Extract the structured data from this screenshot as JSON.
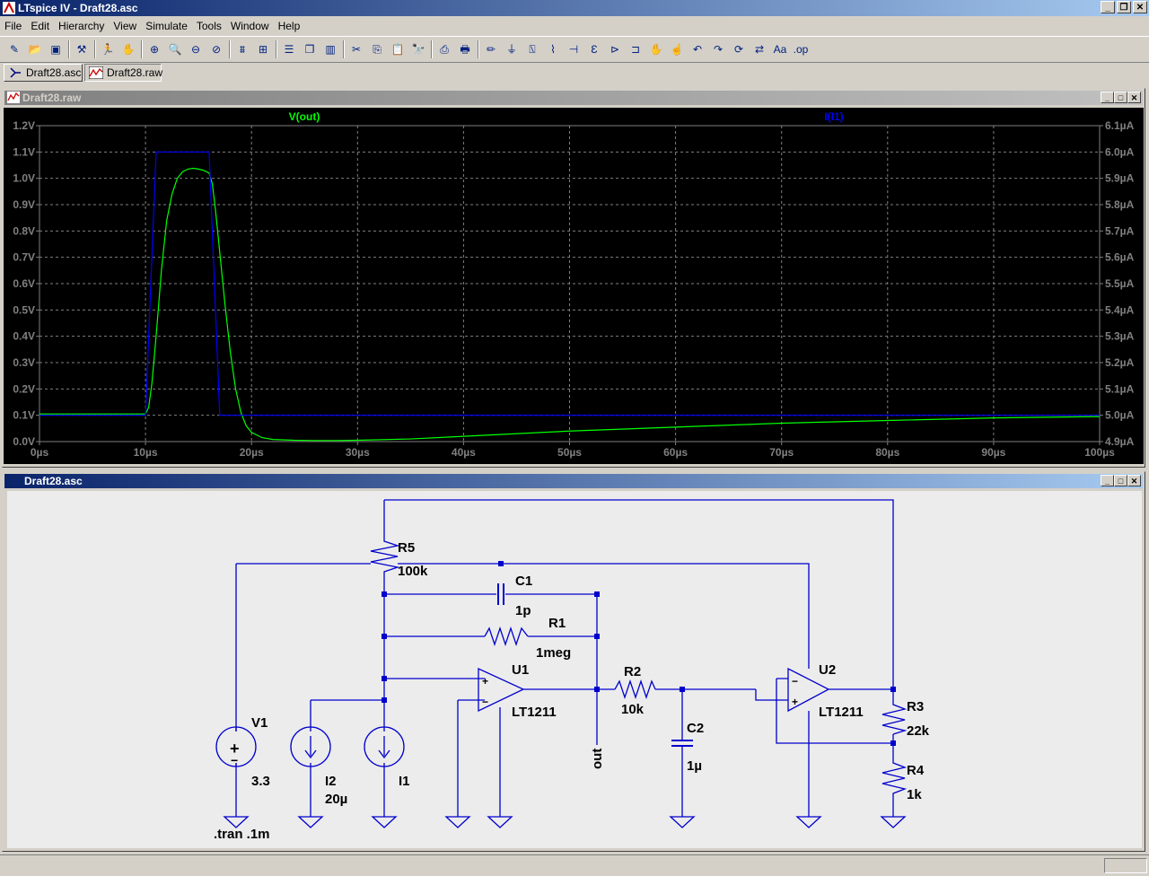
{
  "window": {
    "title": "LTspice IV - Draft28.asc"
  },
  "menu": [
    {
      "label": "File"
    },
    {
      "label": "Edit"
    },
    {
      "label": "Hierarchy"
    },
    {
      "label": "View"
    },
    {
      "label": "Simulate"
    },
    {
      "label": "Tools"
    },
    {
      "label": "Window"
    },
    {
      "label": "Help"
    }
  ],
  "toolbar": {
    "icons": [
      "new-schematic-icon",
      "open-icon",
      "save-icon",
      "control-panel-icon",
      "run-icon",
      "pan-icon",
      "zoom-in-icon",
      "zoom-in-small-icon",
      "zoom-out-icon",
      "zoom-cancel-icon",
      "autorange-icon",
      "grid-icon",
      "tile-horizontal-icon",
      "cascade-icon",
      "tile-vertical-icon",
      "cut-icon",
      "copy-icon",
      "paste-icon",
      "find-icon",
      "print-preview-icon",
      "print-icon",
      "wire-icon",
      "ground-icon",
      "label-net-icon",
      "resistor-icon",
      "capacitor-icon",
      "inductor-icon",
      "diode-icon",
      "component-icon",
      "move-icon",
      "drag-icon",
      "undo-icon",
      "redo-icon",
      "rotate-icon",
      "mirror-icon",
      "text-icon",
      "spice-directive-icon"
    ]
  },
  "tabs": [
    {
      "label": "Draft28.asc",
      "icon": "schematic-icon"
    },
    {
      "label": "Draft28.raw",
      "icon": "waveform-icon"
    }
  ],
  "plot_window": {
    "title": "Draft28.raw"
  },
  "schematic_window": {
    "title": "Draft28.asc"
  },
  "chart_data": {
    "type": "line",
    "title": "",
    "xlabel": "",
    "x_ticks": [
      "0µs",
      "10µs",
      "20µs",
      "30µs",
      "40µs",
      "50µs",
      "60µs",
      "70µs",
      "80µs",
      "90µs",
      "100µs"
    ],
    "xlim": [
      0,
      100
    ],
    "y_left_ticks": [
      "0.0V",
      "0.1V",
      "0.2V",
      "0.3V",
      "0.4V",
      "0.5V",
      "0.6V",
      "0.7V",
      "0.8V",
      "0.9V",
      "1.0V",
      "1.1V",
      "1.2V"
    ],
    "ylim_left": [
      0,
      1.2
    ],
    "y_right_ticks": [
      "4.9µA",
      "5.0µA",
      "5.1µA",
      "5.2µA",
      "5.3µA",
      "5.4µA",
      "5.5µA",
      "5.6µA",
      "5.7µA",
      "5.8µA",
      "5.9µA",
      "6.0µA",
      "6.1µA"
    ],
    "ylim_right": [
      4.9,
      6.1
    ],
    "grid": true,
    "background": "#000000",
    "series": [
      {
        "name": "V(out)",
        "color": "#00ff00",
        "axis": "left",
        "x": [
          0,
          10,
          10.3,
          10.6,
          11,
          11.5,
          12,
          12.5,
          13,
          13.5,
          14,
          14.5,
          15,
          15.5,
          16,
          16.3,
          16.6,
          17,
          17.5,
          18,
          18.5,
          19,
          19.5,
          20,
          21,
          22,
          24,
          26,
          28,
          30,
          35,
          40,
          50,
          60,
          70,
          80,
          90,
          100
        ],
        "y": [
          0.105,
          0.105,
          0.13,
          0.22,
          0.4,
          0.65,
          0.84,
          0.94,
          1.0,
          1.025,
          1.035,
          1.038,
          1.035,
          1.03,
          1.02,
          0.98,
          0.88,
          0.72,
          0.52,
          0.34,
          0.2,
          0.11,
          0.06,
          0.035,
          0.015,
          0.008,
          0.005,
          0.004,
          0.004,
          0.005,
          0.01,
          0.02,
          0.04,
          0.055,
          0.07,
          0.08,
          0.09,
          0.095
        ]
      },
      {
        "name": "I(I1)",
        "color": "#0000ff",
        "axis": "right",
        "x": [
          0,
          5,
          10,
          11,
          16,
          17,
          100
        ],
        "y": [
          5.0,
          5.0,
          5.0,
          6.0,
          6.0,
          5.0,
          5.0
        ]
      }
    ]
  },
  "schematic": {
    "directive": ".tran .1m",
    "net_label": "out",
    "components": [
      {
        "ref": "V1",
        "value": "3.3"
      },
      {
        "ref": "I2",
        "value": "20µ"
      },
      {
        "ref": "I1",
        "value": ""
      },
      {
        "ref": "R5",
        "value": "100k"
      },
      {
        "ref": "C1",
        "value": "1p"
      },
      {
        "ref": "R1",
        "value": "1meg"
      },
      {
        "ref": "U1",
        "value": "LT1211"
      },
      {
        "ref": "R2",
        "value": "10k"
      },
      {
        "ref": "C2",
        "value": "1µ"
      },
      {
        "ref": "U2",
        "value": "LT1211"
      },
      {
        "ref": "R3",
        "value": "22k"
      },
      {
        "ref": "R4",
        "value": "1k"
      }
    ],
    "opamp_pins": {
      "plus": "+",
      "minus": "−"
    },
    "wire_color": "#0000cd",
    "text_color": "#000000"
  }
}
